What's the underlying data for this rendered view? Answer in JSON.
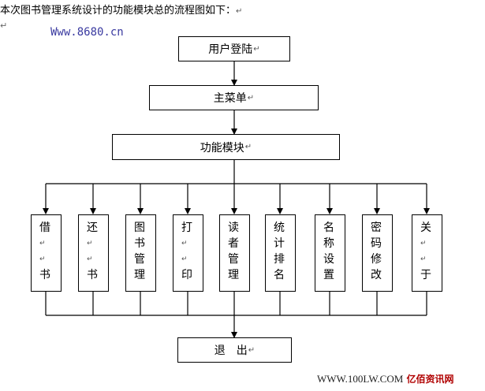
{
  "heading": "本次图书管理系统设计的功能模块总的流程图如下：",
  "heading_mark": "↵",
  "para_mark": "↵",
  "watermark": "Www.8680.cn",
  "login": "用户登陆",
  "main_menu": "主菜单",
  "modules": "功能模块",
  "exit": "退　出",
  "box_mark": "↵",
  "sub_modules": [
    {
      "chars": [
        "借",
        "↵",
        "↵",
        "书"
      ]
    },
    {
      "chars": [
        "还",
        "↵",
        "↵",
        "书"
      ]
    },
    {
      "chars": [
        "图",
        "书",
        "管",
        "理"
      ]
    },
    {
      "chars": [
        "打",
        "↵",
        "↵",
        "印"
      ]
    },
    {
      "chars": [
        "读",
        "者",
        "管",
        "理"
      ]
    },
    {
      "chars": [
        "统",
        "计",
        "排",
        "名"
      ]
    },
    {
      "chars": [
        "名",
        "称",
        "设",
        "置"
      ]
    },
    {
      "chars": [
        "密",
        "码",
        "修",
        "改"
      ]
    },
    {
      "chars": [
        "关",
        "↵",
        "↵",
        "于"
      ]
    }
  ],
  "footer": {
    "url": "WWW.100LW.COM",
    "name": "亿佰资讯网"
  }
}
